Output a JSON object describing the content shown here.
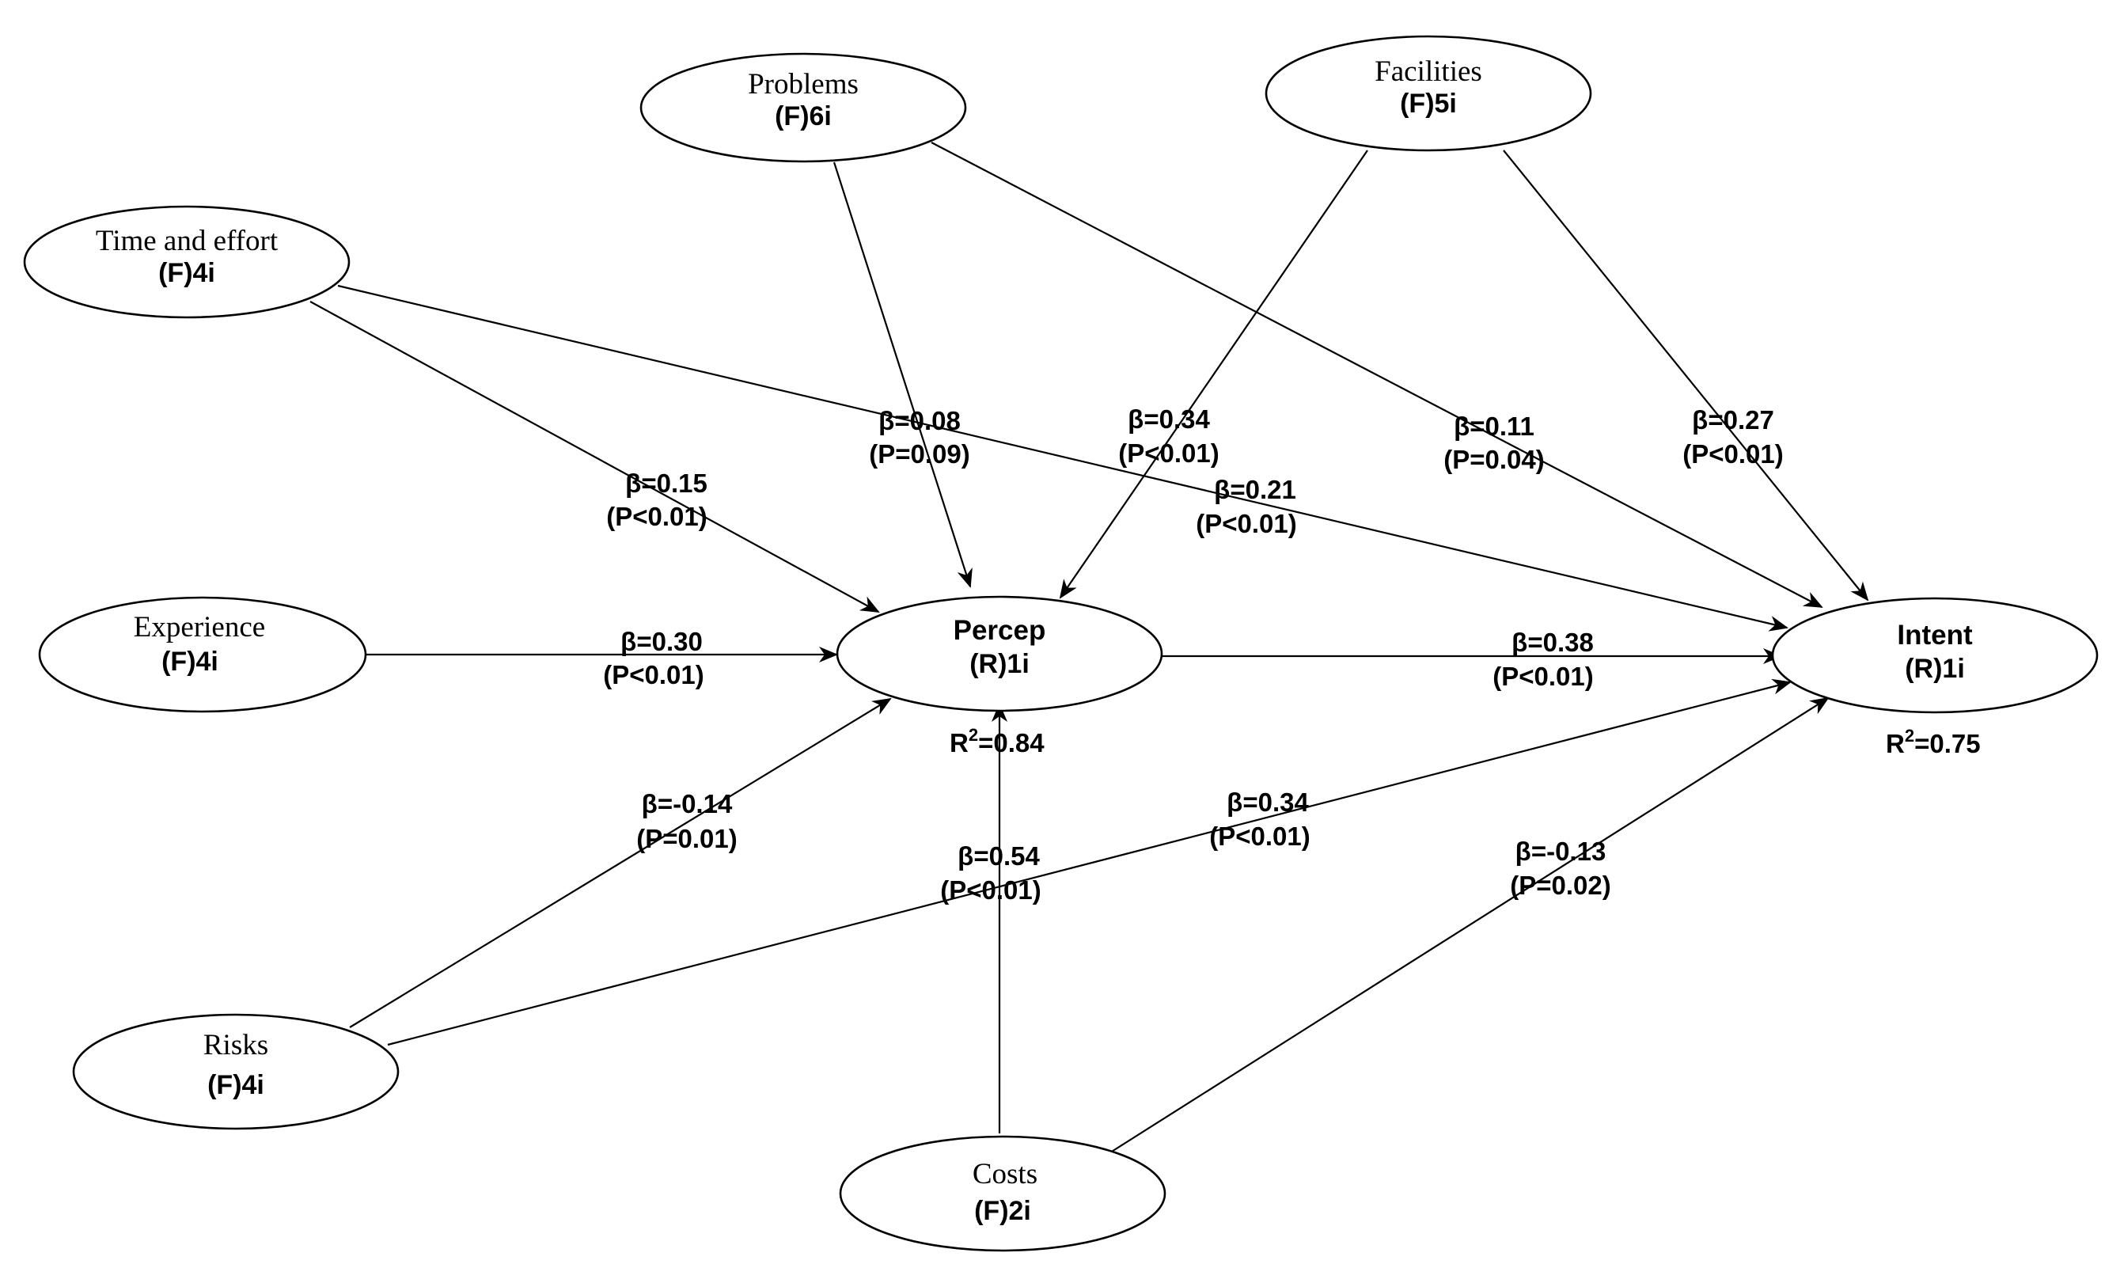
{
  "nodes": {
    "problems": {
      "name": "Problems",
      "code": "(F)6i"
    },
    "facilities": {
      "name": "Facilities",
      "code": "(F)5i"
    },
    "time_effort": {
      "name": "Time and effort",
      "code": "(F)4i"
    },
    "experience": {
      "name": "Experience",
      "code": "(F)4i"
    },
    "percep": {
      "name": "Percep",
      "code": "(R)1i",
      "r2_prefix": "R",
      "r2_sup": "2",
      "r2_value": "=0.84"
    },
    "intent": {
      "name": "Intent",
      "code": "(R)1i",
      "r2_prefix": "R",
      "r2_sup": "2",
      "r2_value": "=0.75"
    },
    "risks": {
      "name": "Risks",
      "code": "(F)4i"
    },
    "costs": {
      "name": "Costs",
      "code": "(F)2i"
    }
  },
  "edges": {
    "time_percep": {
      "from": "Time and effort",
      "to": "Percep",
      "beta": "β=0.15",
      "p": "(P<0.01)"
    },
    "time_intent": {
      "from": "Time and effort",
      "to": "Intent",
      "beta": "β=0.21",
      "p": "(P<0.01)"
    },
    "problems_percep": {
      "from": "Problems",
      "to": "Percep",
      "beta": "β=0.08",
      "p": "(P=0.09)"
    },
    "problems_intent": {
      "from": "Problems",
      "to": "Intent",
      "beta": "β=0.11",
      "p": "(P=0.04)"
    },
    "facilities_percep": {
      "from": "Facilities",
      "to": "Percep",
      "beta": "β=0.34",
      "p": "(P<0.01)"
    },
    "facilities_intent": {
      "from": "Facilities",
      "to": "Intent",
      "beta": "β=0.27",
      "p": "(P<0.01)"
    },
    "experience_percep": {
      "from": "Experience",
      "to": "Percep",
      "beta": "β=0.30",
      "p": "(P<0.01)"
    },
    "percep_intent": {
      "from": "Percep",
      "to": "Intent",
      "beta": "β=0.38",
      "p": "(P<0.01)"
    },
    "risks_percep": {
      "from": "Risks",
      "to": "Percep",
      "beta": "β=-0.14",
      "p": "(P=0.01)"
    },
    "risks_intent": {
      "from": "Risks",
      "to": "Intent",
      "beta": "β=0.34",
      "p": "(P<0.01)"
    },
    "costs_percep": {
      "from": "Costs",
      "to": "Percep",
      "beta": "β=0.54",
      "p": "(P<0.01)"
    },
    "costs_intent": {
      "from": "Costs",
      "to": "Intent",
      "beta": "β=-0.13",
      "p": "(P=0.02)"
    }
  }
}
